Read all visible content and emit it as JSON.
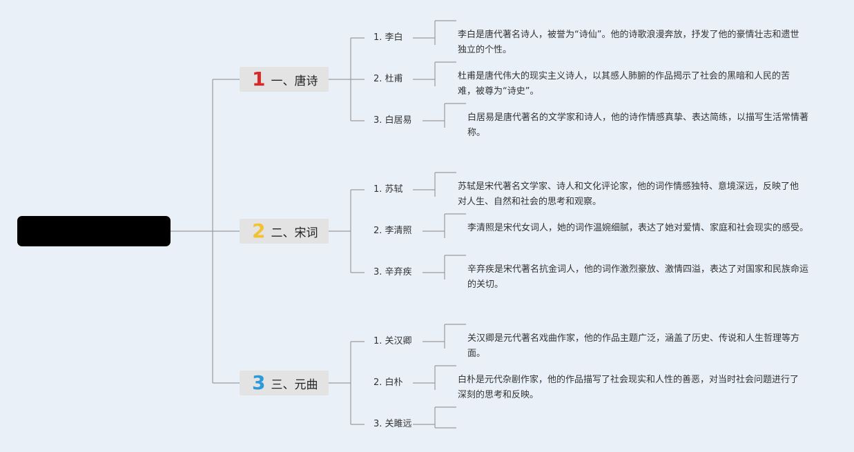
{
  "root": {
    "label": ""
  },
  "categories": [
    {
      "num": "1",
      "num_color": "#d42a2a",
      "label": "一、唐诗",
      "poets": [
        {
          "name": "1. 李白",
          "desc": "李白是唐代著名诗人，被誉为“诗仙”。他的诗歌浪漫奔放，抒发了他的豪情壮志和遗世独立的个性。"
        },
        {
          "name": "2. 杜甫",
          "desc": "杜甫是唐代伟大的现实主义诗人，以其感人肺腑的作品揭示了社会的黑暗和人民的苦难，被尊为“诗史”。"
        },
        {
          "name": "3. 白居易",
          "desc": "白居易是唐代著名的文学家和诗人，他的诗作情感真挚、表达简练，以描写生活常情著称。"
        }
      ]
    },
    {
      "num": "2",
      "num_color": "#f2c230",
      "label": "二、宋词",
      "poets": [
        {
          "name": "1. 苏轼",
          "desc": "苏轼是宋代著名文学家、诗人和文化评论家，他的词作情感独特、意境深远，反映了他对人生、自然和社会的思考和观察。"
        },
        {
          "name": "2. 李清照",
          "desc": "李清照是宋代女词人，她的词作温婉细腻，表达了她对爱情、家庭和社会现实的感受。"
        },
        {
          "name": "3. 辛弃疾",
          "desc": "辛弃疾是宋代著名抗金词人，他的词作激烈豪放、激情四溢，表达了对国家和民族命运的关切。"
        }
      ]
    },
    {
      "num": "3",
      "num_color": "#2a9ad8",
      "label": "三、元曲",
      "poets": [
        {
          "name": "1. 关汉卿",
          "desc": "关汉卿是元代著名戏曲作家，他的作品主题广泛，涵盖了历史、传说和人生哲理等方面。"
        },
        {
          "name": "2. 白朴",
          "desc": "白朴是元代杂剧作家，他的作品描写了社会现实和人性的善恶，对当时社会问题进行了深刻的思考和反映。"
        },
        {
          "name": "3. 关雎远",
          "desc": ""
        }
      ]
    }
  ],
  "colors": {
    "line": "#9a9a9a",
    "background": "#e9f0f8"
  }
}
